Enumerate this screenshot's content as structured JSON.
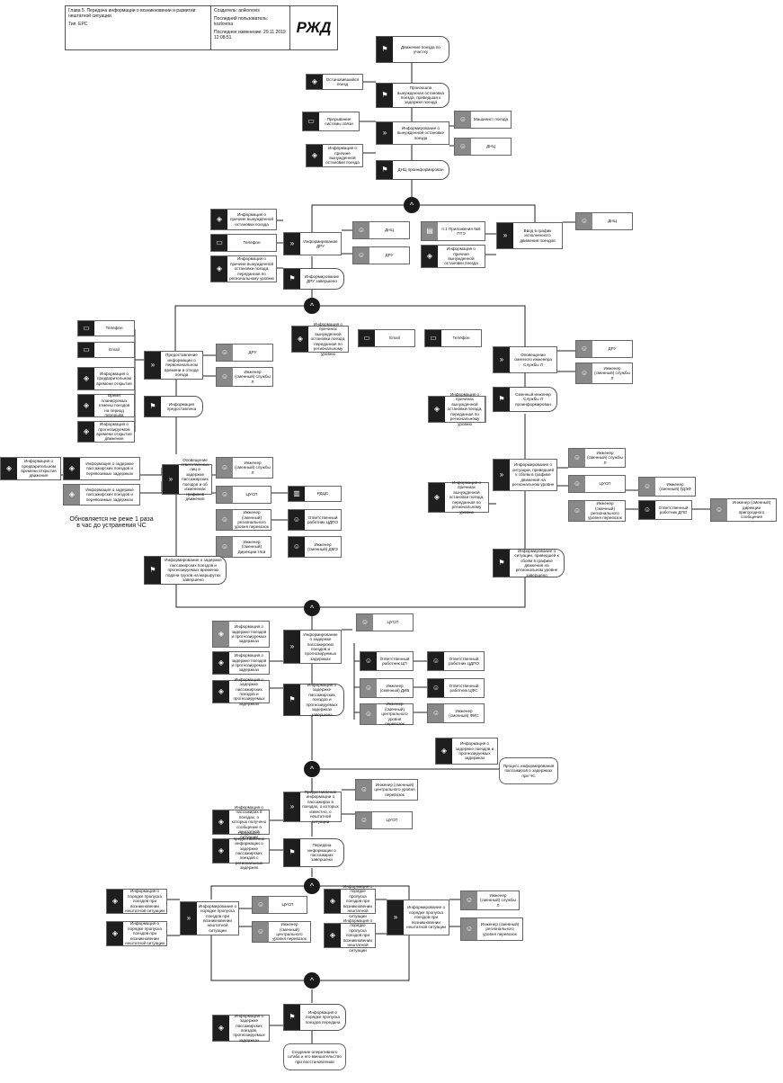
{
  "header": {
    "title": "Глава 5. Передача информации о возникновении и развитии нештатной ситуации",
    "type": "Тип: EPC",
    "creator": "Создатель: anikonovis",
    "last_user": "Последний пользователь: kozlovma",
    "last_changed": "Последнее изменение: 29.11.2019 12:08:51",
    "logo_text": "РЖД"
  },
  "nodes": {
    "n1": "Движение поезда по участку",
    "n2": "Остановившийся поезд",
    "n3": "Произошла вынужденная остановка поезда, приведшая к задержке поезда",
    "n4": "Прерывание системы связи",
    "n5": "Информирование о вынужденной остановке поезда",
    "n6": "Машинист поезда",
    "n7": "ДНЦ",
    "n8": "Информация о причине вынужденной остановки поезда",
    "n9": "ДНЦ проинформирован",
    "n10": "Информация о причине вынужденной остановки поезда",
    "n11": "Телефон",
    "n12": "Информация о причине вынужденной остановки поезда, переданная по региональному уровню",
    "n13": "Информирование ДРУ",
    "n14": "ДНЦ",
    "n15": "ДРУ",
    "n16": "п.1 Приложения №6 ПТЭ",
    "n17": "Информация о причине вынужденной остановки поезда",
    "n18": "Ввод в график исполненного движения поездов",
    "n19": "ДНЦ",
    "n20": "Информирование ДРУ завершено",
    "n21": "Информация о причинах вынужденной остановки поезда, переданная по региональному уровню",
    "n22": "Email",
    "n23": "Телефон",
    "n24": "Телефон",
    "n25": "Email",
    "n26": "Информация о предварительном времени открытия",
    "n27": "Время планируемых отмены поездов на период перерыва",
    "n28": "Информация о прогнозируемом времени открытия движения",
    "n29": "Предоставление информации о первоначальном времени и отходе поезда",
    "n30": "ДРУ",
    "n31": "Инженер (сменный) службы Л",
    "n32": "Информация предоставлена",
    "n33": "Оповещение сменного инженера Службы Л",
    "n34": "ДРУ",
    "n35": "Инженер (сменный) службы Л",
    "n36": "Информация о причинах вынужденной остановки поезда, переданная по региональному уровню",
    "n37": "Сменный инженер Службы Л проинформирован",
    "n38": "Информирование о ситуации, приведшей к сбоям в графике движения на региональном уровне",
    "n39": "Инженер (сменный) службы Л",
    "n40": "ЦУСП",
    "n41": "Инженер (сменный) ГДЭФ",
    "n42": "Инженер (сменный) регионального уровня перевозок",
    "n43": "Ответственный работник ДПО",
    "n44": "Инженер (сменный) дирекции пригородного сообщения",
    "n45": "Информация о причинах вынужденной остановки поезда, переданная по региональному уровню",
    "n46": "Информирование о ситуации, приведшей к сбоям в графике движения на региональном уровне завершено",
    "n47": "Информация о предварительном времени открытия движения",
    "n48": "Информация о задержке пассажирских поездов и перевозимых задержках",
    "n49": "Информация о задержке пассажирских поездов и перевозимых задержках",
    "n50": "Оповещение ответственных лиц о задержке пассажирских поездов и об изменении графиков движения",
    "n51": "Инженер (сменный) службы Л",
    "n52": "ЦУСП",
    "n53": "РДЦС",
    "n54": "Инженер (сменный) регионального уровня перевозок",
    "n55": "Ответственный работник ЦДПО",
    "n56": "Инженер (сменный) Дирекции тяги",
    "n57": "Инженер (сменный) ДМЭ",
    "n58": "Информирование о задержке пассажирских поездов и прогнозируемых временах подачи грузов на маршрутах завершено",
    "note1": "Обновляется не реже 1 раза в час до устранения ЧС",
    "n59": "Информация о задержке поездов и прогнозируемых задержках",
    "n60": "Информирование о задержке пассажирских поездов и прогнозируемых задержках",
    "n61": "ЦУСП",
    "n62": "Информация о задержке поездов и прогнозируемых задержках",
    "n63": "Информация о задержке пассажирских поездов и прогнозируемых задержках",
    "n64": "Ответственный работник ЦП",
    "n65": "Ответственный работник ЦДПО",
    "n66": "Инженер (сменный) ДИБ",
    "n67": "Ответственный работник ЦФС",
    "n68": "Инженер (сменный) центрального уровня перевозок",
    "n69": "Инженер (сменный) ФИС",
    "n70": "Информация о задержке пассажирских поездов и прогнозируемых задержках завершена",
    "n71": "Информация о задержке поездов и прогнозируемых задержках",
    "n72": "Процесс информирования пассажиров о задержках при ЧС",
    "n73": "Предоставление информации о пассажирах в поездах, о которых известно, о нештатной ситуации",
    "n74": "Инженер (сменный) центрального уровня перевозок",
    "n75": "Информация о пассажирах в поездах, о которых получено сообщение о нештатной ситуации",
    "n76": "ЦУСП",
    "n77": "Сведения о предоставлении информации о задержке пассажирских поездов с региональных задержек",
    "n78": "Передача информации о пассажирах завершена",
    "n79": "Информация о порядке пропуска поездов при возникновении нештатной ситуации",
    "n80": "Информация о порядке пропуска поездов при возникновении нештатной ситуации",
    "n81": "Информирование о порядке пропуска поездов при возникновении нештатной ситуации",
    "n82": "ЦУСП",
    "n83": "Инженер (сменный) центрального уровня перевозок",
    "n84": "Информация о порядке пропуска поездов при возникновении нештатной ситуации",
    "n85": "Информация о порядке пропуска поездов при возникновении нештатной ситуации",
    "n86": "Информирование о порядке пропуска поездов при возникновении нештатной ситуации",
    "n87": "Инженер (сменный) службы Л",
    "n88": "Инженер (сменный) регионального уровня перевозок",
    "n89": "Информация о порядке пропуска поездов передана",
    "n90": "Информация о порядке пропуска поездов при возникновении нештатной ситуации",
    "n91": "Информация о задержке пассажирских поездов, прогнозируемых задержках",
    "n92": "Создание оперативного штаба и его вмешательство при восстановлении"
  },
  "gate_symbol": "^"
}
